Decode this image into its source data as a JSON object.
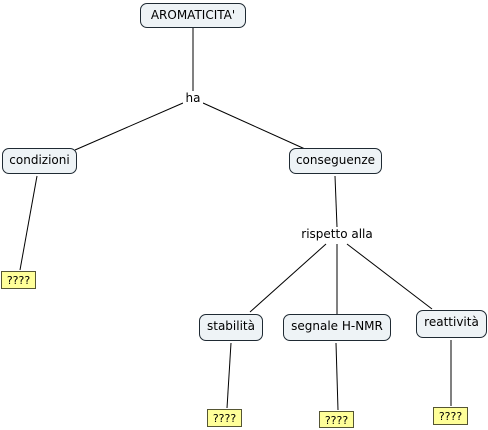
{
  "concept_map": {
    "root": {
      "label": "AROMATICITA'"
    },
    "link_ha": {
      "label": "ha"
    },
    "conditions": {
      "label": "condizioni",
      "placeholder": "????"
    },
    "consequences": {
      "label": "conseguenze"
    },
    "link_respect": {
      "label": "rispetto alla"
    },
    "stability": {
      "label": "stabilità",
      "placeholder": "????"
    },
    "nmr_signal": {
      "label": "segnale H-NMR",
      "placeholder": "????"
    },
    "reactivity": {
      "label": "reattività",
      "placeholder": "????"
    }
  },
  "colors": {
    "node_fill": "#eef3f6",
    "node_border": "#1f2a33",
    "placeholder_fill": "#ffff99",
    "line": "#000000"
  }
}
